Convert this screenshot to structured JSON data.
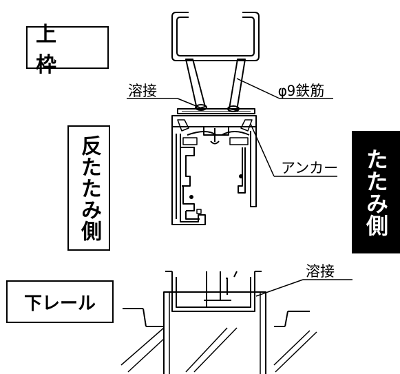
{
  "labels": {
    "top_frame": "上 枠",
    "bottom_rail": "下レール",
    "opposite_side": "反たたみ側",
    "folding_side": "たたみ側",
    "weld_top": "溶接",
    "rebar": "φ9鉄筋",
    "anchor": "アンカー",
    "weld_bottom": "溶接"
  },
  "colors": {
    "line": "#000000",
    "tab_background": "#000000",
    "tab_text": "#ffffff"
  }
}
